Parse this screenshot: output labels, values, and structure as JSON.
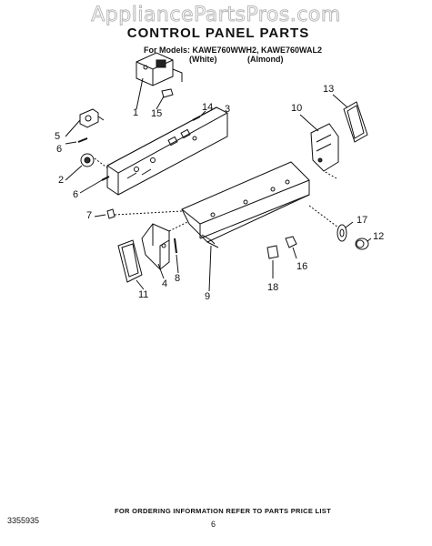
{
  "watermark": "AppliancePartsPros.com",
  "title": "CONTROL PANEL PARTS",
  "models_line": "For Models: KAWE760WWH2, KAWE760WAL2",
  "color_white": "(White)",
  "color_almond": "(Almond)",
  "part_numbers": [
    "1",
    "2",
    "3",
    "4",
    "5",
    "6",
    "6",
    "7",
    "8",
    "9",
    "10",
    "11",
    "12",
    "13",
    "14",
    "15",
    "16",
    "17",
    "18"
  ],
  "footer_note": "FOR ORDERING INFORMATION REFER TO PARTS PRICE LIST",
  "document_number": "3355935",
  "page_number": "6"
}
